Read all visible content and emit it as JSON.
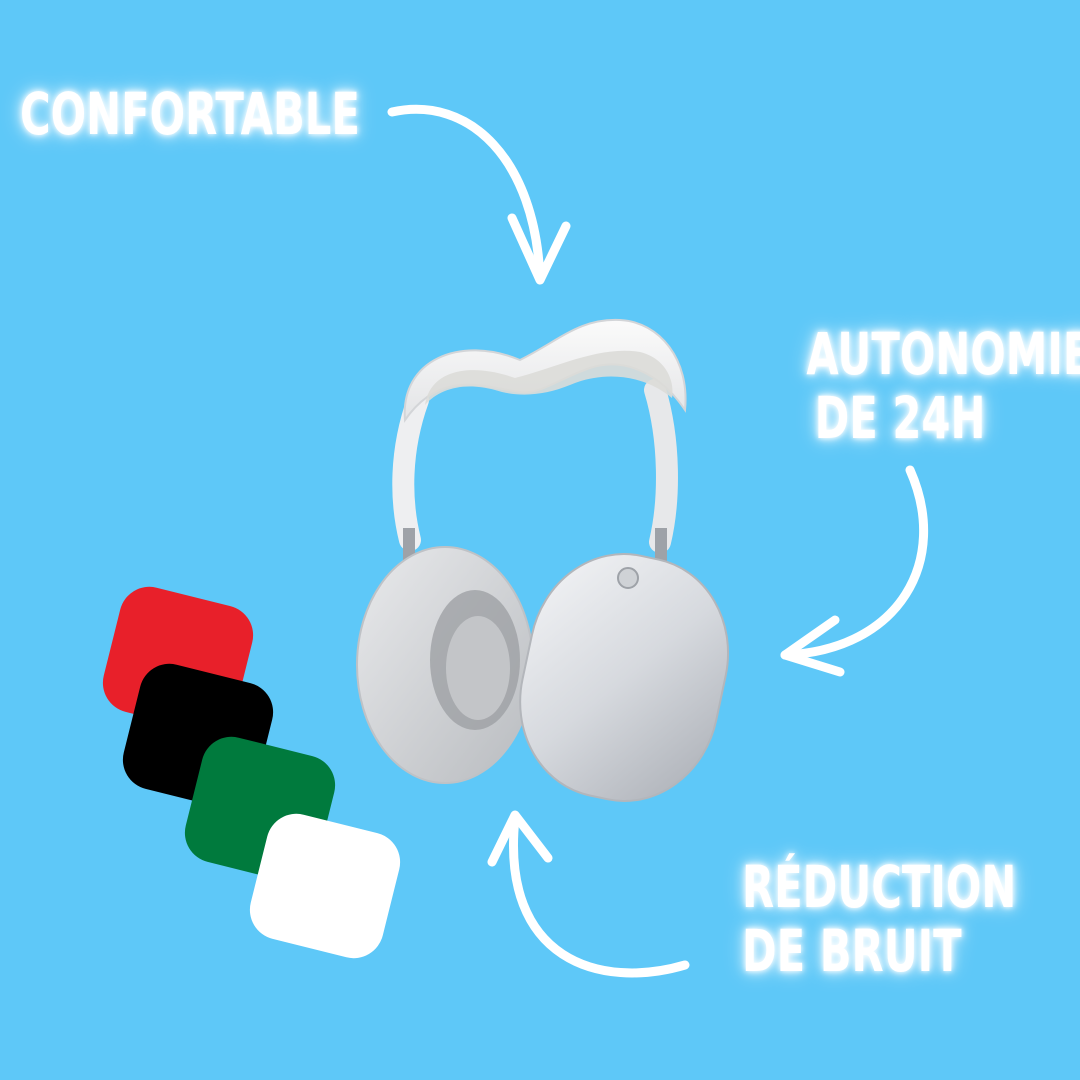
{
  "labels": {
    "comfort": "CONFORTABLE",
    "battery_line1": "AUTONOMIE",
    "battery_line2": "DE 24H",
    "noise_line1": "RÉDUCTION",
    "noise_line2": "DE BRUIT"
  },
  "colors": {
    "background": "#5ec8f8",
    "text": "#ffffff",
    "swatch_red": "#e8202a",
    "swatch_black": "#000000",
    "swatch_green": "#007a3d",
    "swatch_white": "#ffffff"
  },
  "icons": [
    "curved-arrow-icon",
    "headphones-image"
  ]
}
